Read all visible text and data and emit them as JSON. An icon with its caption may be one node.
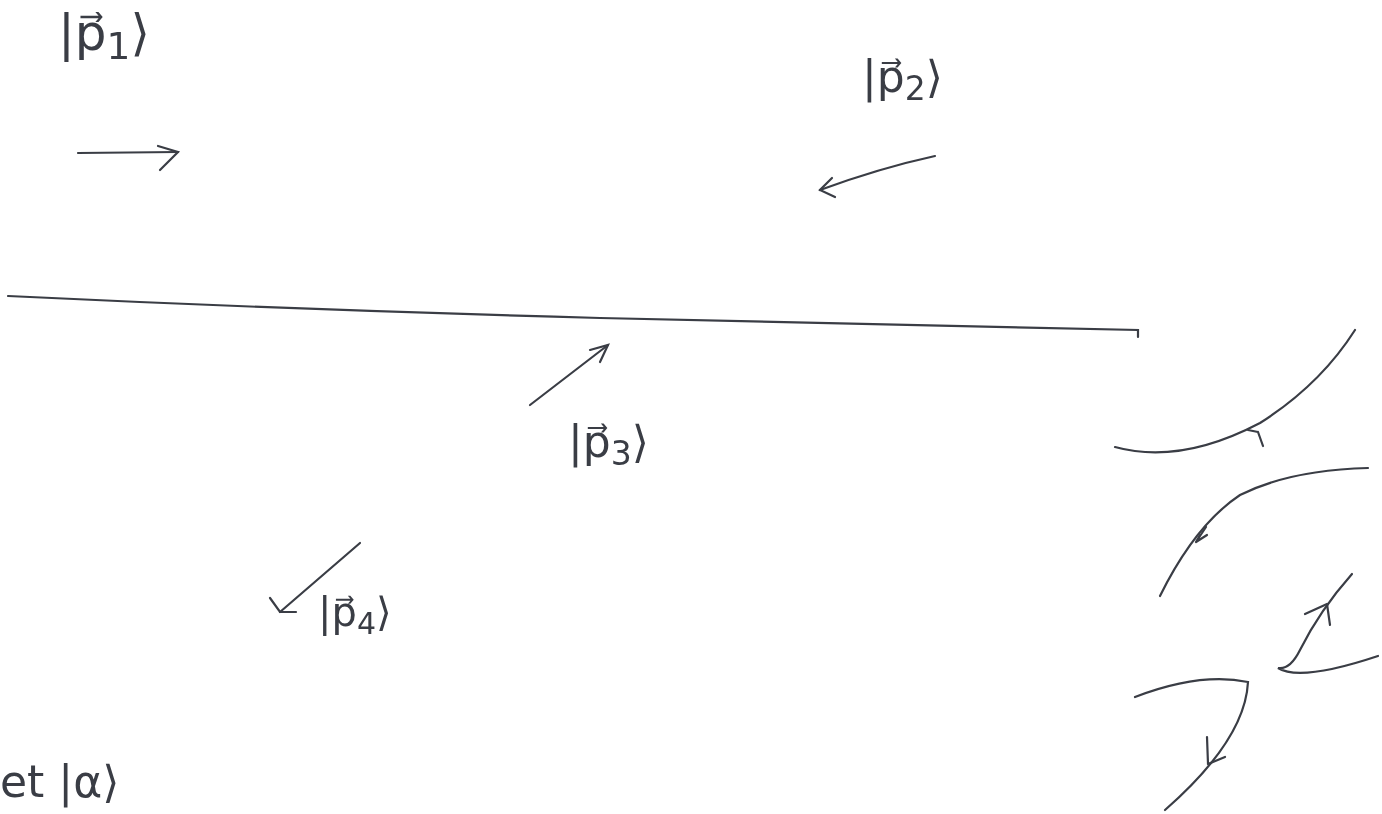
{
  "diagram": {
    "labels": [
      "|p⃗$_{1}$⟩",
      "|p⃗$_{2}$⟩",
      "|p⃗$_{3}$⟩",
      "|p⃗$_{4}$⟩",
      "et |α⟩"
    ]
  }
}
